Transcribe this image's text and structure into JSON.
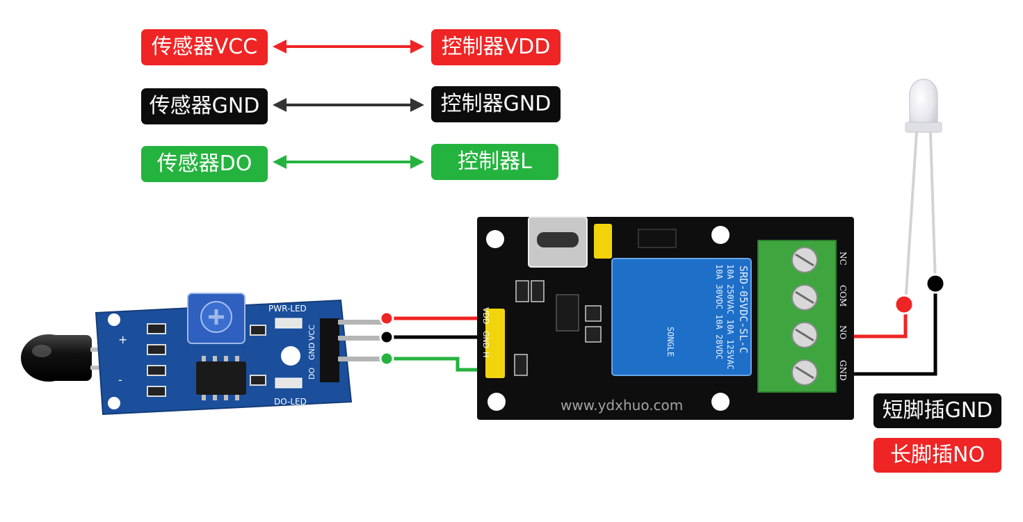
{
  "connections": [
    {
      "sensor_label": "传感器VCC",
      "controller_label": "控制器VDD",
      "color": "#ef2424"
    },
    {
      "sensor_label": "传感器GND",
      "controller_label": "控制器GND",
      "color": "#0c0c0c"
    },
    {
      "sensor_label": "传感器DO",
      "controller_label": "控制器L",
      "color": "#25b33f"
    }
  ],
  "led_labels": {
    "short_pin": "短脚插GND",
    "long_pin": "长脚插NO"
  },
  "sensor_board": {
    "pin_labels": [
      "VCC",
      "GND",
      "DO"
    ],
    "silkscreen": [
      "PWR-LED",
      "DO-LED"
    ],
    "polarity_plus": "+",
    "polarity_minus": "-"
  },
  "controller_board": {
    "pin_labels": [
      "VDD",
      "GND",
      "H"
    ],
    "terminal_labels": [
      "NC",
      "COM",
      "NO",
      "GND"
    ],
    "relay_text": [
      "SRD-05VDC-SL-C",
      "10A 250VAC  10A 125VAC",
      "10A 30VDC  10A 28VDC",
      "SONGLE"
    ],
    "watermark": "www.ydxhuo.com"
  }
}
